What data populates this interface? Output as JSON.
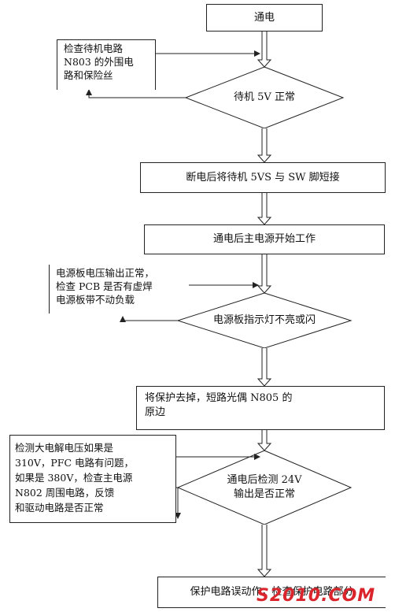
{
  "nodes": {
    "start": "通电",
    "check_standby": [
      "检查待机电路",
      "N803 的外围电",
      "路和保险丝"
    ],
    "standby_5v": "待机 5V 正常",
    "short_5vs_sw": "断电后将待机 5VS 与 SW 脚短接",
    "main_power_start": "通电后主电源开始工作",
    "power_board_note": [
      "电源板电压输出正常，",
      "检查 PCB 是否有虚焊",
      "电源板带不动负载"
    ],
    "indicator_decision": "电源板指示灯不亮或闪",
    "remove_protection": [
      "将保护去掉，短路光偶 N805 的",
      "原边"
    ],
    "capacitor_note": [
      "检测大电解电压如果是",
      "310V，PFC 电路有问题，",
      "如果是 380V，检查主电源",
      "N802 周围电路，反馈",
      "和驱动电路是否正常"
    ],
    "check_24v": [
      "通电后检测 24V",
      "输出是否正常"
    ],
    "final": "保护电路误动作，检查保护电路部分"
  },
  "watermark": "S2010.COM",
  "colors": {
    "line": "#222222",
    "watermark": "#d9252b"
  }
}
